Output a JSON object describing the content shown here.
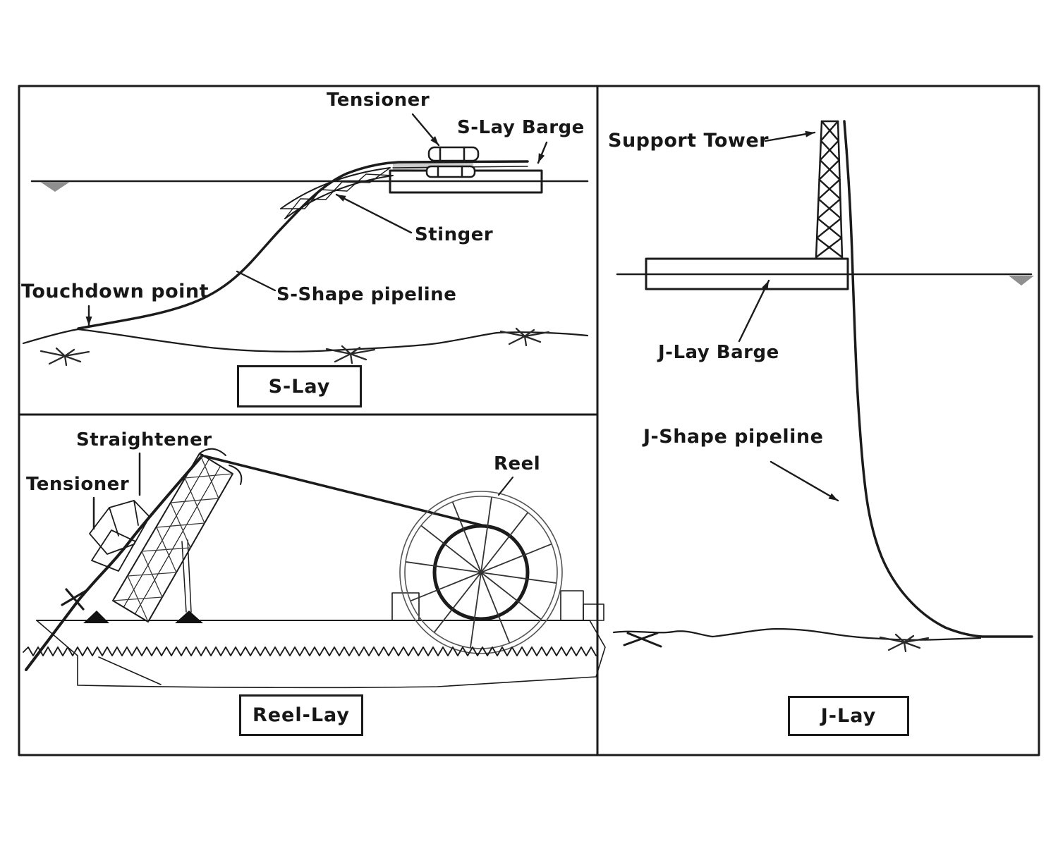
{
  "panels": {
    "s_lay": {
      "caption": "S-Lay",
      "labels": {
        "tensioner": "Tensioner",
        "barge": "S-Lay Barge",
        "stinger": "Stinger",
        "touchdown": "Touchdown point",
        "pipeline": "S-Shape pipeline"
      }
    },
    "reel_lay": {
      "caption": "Reel-Lay",
      "labels": {
        "straightener": "Straightener",
        "tensioner": "Tensioner",
        "reel": "Reel"
      }
    },
    "j_lay": {
      "caption": "J-Lay",
      "labels": {
        "support_tower": "Support Tower",
        "barge": "J-Lay Barge",
        "pipeline": "J-Shape pipeline"
      }
    }
  },
  "colors": {
    "ink": "#1b1b1b",
    "water_marker": "#8f8f8f",
    "deck_shade": "#c4c4c4"
  }
}
